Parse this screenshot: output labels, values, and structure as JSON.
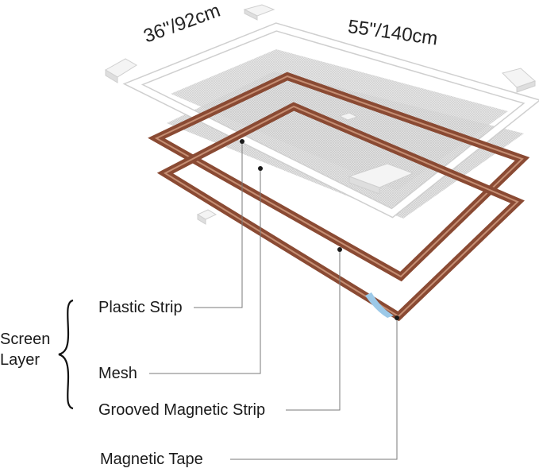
{
  "dimensions": {
    "width_label": "36\"/92cm",
    "length_label": "55\"/140cm"
  },
  "group": {
    "line1": "Screen",
    "line2": "Layer"
  },
  "parts": [
    {
      "label": "Plastic Strip"
    },
    {
      "label": "Mesh"
    },
    {
      "label": "Grooved Magnetic Strip"
    },
    {
      "label": "Magnetic Tape"
    }
  ],
  "colors": {
    "magnetic_strip": "#8a4a33",
    "magnetic_strip_inner": "#c58e73",
    "plastic_strip": "#ffffff",
    "plastic_edge": "#d0d0d0",
    "mesh": "#d6d6d6",
    "leader_line": "#7a7a7a",
    "tape": "#9cc9e8"
  }
}
